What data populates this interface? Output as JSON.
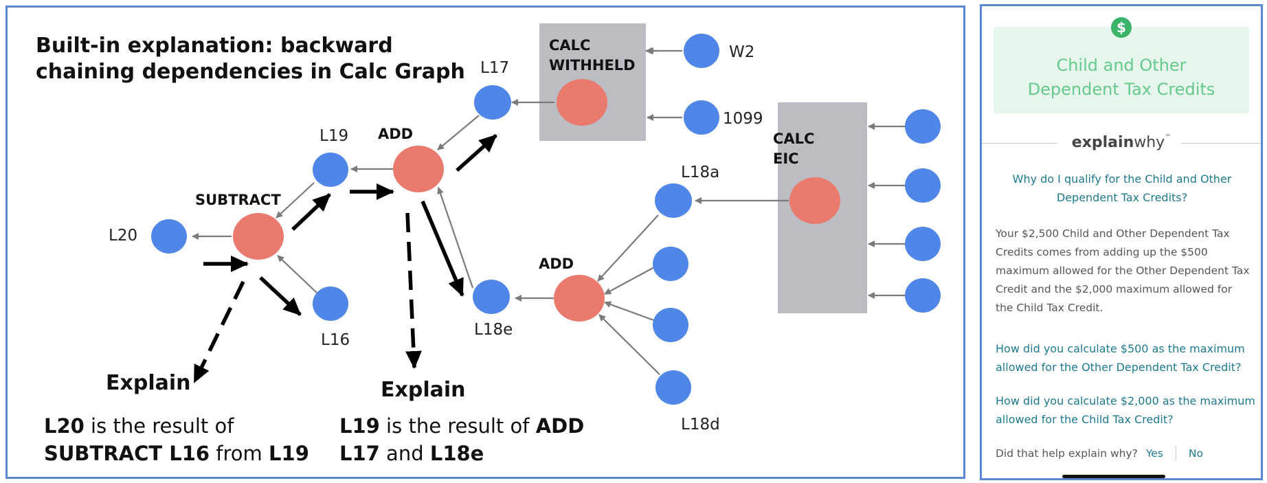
{
  "left_panel": {
    "title": "Built-in explanation: backward chaining dependencies in Calc Graph",
    "nodes": {
      "L20": "L20",
      "L19": "L19",
      "L16": "L16",
      "L17": "L17",
      "L18e": "L18e",
      "L18a": "L18a",
      "L18d": "L18d",
      "W2": "W2",
      "n1099": "1099"
    },
    "ops": {
      "subtract": "SUBTRACT",
      "add_top": "ADD",
      "add_bottom": "ADD",
      "calc_withheld": [
        "CALC",
        "WITHHELD"
      ],
      "calc_eic": [
        "CALC",
        "EIC"
      ]
    },
    "explain1": {
      "heading": "Explain",
      "line1_b": "L20",
      "line1_t": " is the result of",
      "line2_b1": "SUBTRACT L16",
      "line2_t": " from ",
      "line2_b2": "L19"
    },
    "explain2": {
      "heading": "Explain",
      "line1_b": "L19",
      "line1_t": " is the result of ",
      "line1_b2": "ADD",
      "line2_b1": "L17",
      "line2_t": " and ",
      "line2_b2": "L18e"
    },
    "colors": {
      "node_blue": "#4f86e8",
      "op_red": "#ea7a6e",
      "calc_box": "#bcbdc3",
      "border": "#5b86d6"
    }
  },
  "right_panel": {
    "title": "Child and Other Dependent Tax Credits",
    "brand_bold": "explain",
    "brand_light": "why",
    "brand_tm": "™",
    "question": "Why do I qualify for the Child and Other Dependent Tax Credits?",
    "answer": "Your $2,500 Child and Other Dependent Tax Credits comes from adding up the $500 maximum allowed for the Other Dependent Tax Credit and the $2,000 maximum allowed for the Child Tax Credit.",
    "followups": [
      "How did you calculate $500 as the maximum allowed for the Other Dependent Tax Credit?",
      "How did you calculate $2,000 as the maximum allowed for the Child Tax Credit?"
    ],
    "feedback_prompt": "Did that help explain why?",
    "yes_label": "Yes",
    "no_label": "No",
    "dollar_icon": "$",
    "colors": {
      "green_bg": "#e6f6ec",
      "green_text": "#67c98e",
      "link_teal": "#1d7a8c"
    }
  }
}
